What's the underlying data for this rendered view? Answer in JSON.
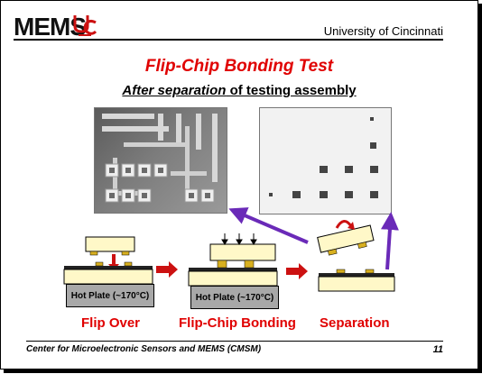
{
  "header": {
    "logo_text": "MEMS",
    "institution": "University of Cincinnati"
  },
  "slide": {
    "title": "Flip-Chip Bonding Test",
    "subtitle_italic": "After separation",
    "subtitle_rest": " of testing assembly"
  },
  "diagram": {
    "hotplate_label": "Hot Plate (~170°C)",
    "step_labels": [
      "Flip Over",
      "Flip-Chip Bonding",
      "Separation"
    ]
  },
  "footer": {
    "center_name": "Center for Microelectronic Sensors and MEMS (CMSM)",
    "page_number": "11"
  },
  "colors": {
    "title": "#e00000",
    "arrow_purple": "#6a2ab8",
    "arrow_red": "#cc1111",
    "bump_gold": "#d8b020",
    "chip": "#fff8c8"
  }
}
